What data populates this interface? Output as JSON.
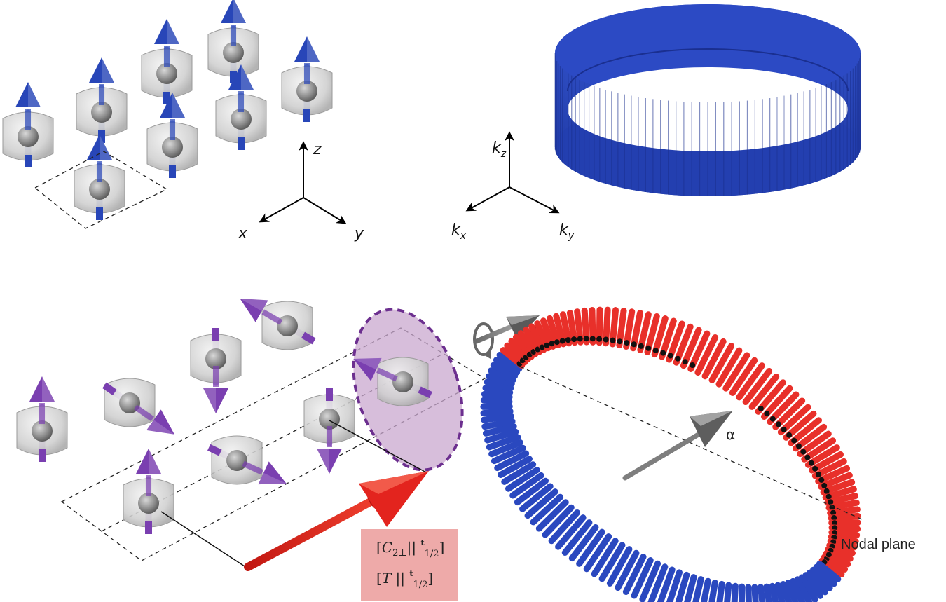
{
  "real_space_axes": {
    "z": "z",
    "x": "x",
    "y": "y"
  },
  "momentum_axes": {
    "k": "k",
    "kz_sub": "z",
    "kx_sub": "x",
    "ky_sub": "y"
  },
  "rotation_label": "α",
  "ring_alpha_label": "α",
  "nodal_plane_label": "Nodal plane",
  "symmetry": {
    "line1_open": "[",
    "line1_op": "C",
    "line1_sub": "2⊥",
    "line1_sep": "||",
    "line1_t": "t",
    "line1_half": "1/2",
    "line1_close": "]",
    "line2_open": "[",
    "line2_op": "T",
    "line2_sep": "||",
    "line2_t": "t",
    "line2_half": "1/2",
    "line2_close": "]"
  },
  "colors": {
    "spin_up_blue": "#2846b8",
    "spin_purple": "#7a3fb0",
    "ring_blue": "#2a48bf",
    "ring_red": "#e8302a",
    "translation_arrow": "#e3241e",
    "highlight_ellipse": "#c9a8cf",
    "symmetry_box": "#eeaaa9"
  }
}
